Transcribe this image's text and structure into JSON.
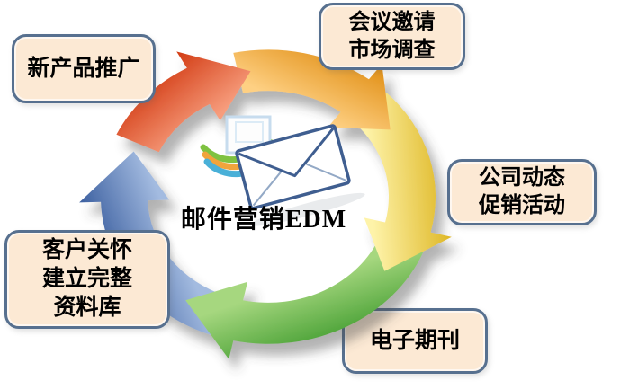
{
  "title": {
    "text": "邮件营销EDM"
  },
  "colors": {
    "background": "#ffffff",
    "box_fill": "#fce9d4",
    "box_border": "#57708f",
    "text": "#000000"
  },
  "boxes": [
    {
      "id": "new-product",
      "lines": [
        "新产品推广"
      ]
    },
    {
      "id": "meeting-survey",
      "lines": [
        "会议邀请",
        "市场调查"
      ]
    },
    {
      "id": "company-news",
      "lines": [
        "公司动态",
        "促销活动"
      ]
    },
    {
      "id": "e-journal",
      "lines": [
        "电子期刊"
      ]
    },
    {
      "id": "customer-care",
      "lines": [
        "客户关怀",
        "建立完整",
        "资料库"
      ]
    }
  ],
  "cycle": {
    "direction": "clockwise",
    "segments": [
      {
        "name": "blue",
        "color_light": "#a3bbe0",
        "color_dark": "#365a9c",
        "tail": 200,
        "base": 268,
        "tip": 291
      },
      {
        "name": "green",
        "color_light": "#a6d77f",
        "color_dark": "#3d9a2c",
        "tail": 112,
        "base": 192,
        "tip": 215
      },
      {
        "name": "yellow",
        "color_light": "#fef3a9",
        "color_dark": "#dcb31c",
        "tail": 45,
        "base": 104,
        "tip": 126
      },
      {
        "name": "orange",
        "color_light": "#fed083",
        "color_dark": "#e18f15",
        "tail": -12,
        "base": 37,
        "tip": 58
      },
      {
        "name": "red",
        "color_light": "#f79d7d",
        "color_dark": "#d23a12",
        "tail": 295,
        "base": 331,
        "tip": 353
      }
    ]
  },
  "center_icon": {
    "name": "email-envelope-icon"
  }
}
